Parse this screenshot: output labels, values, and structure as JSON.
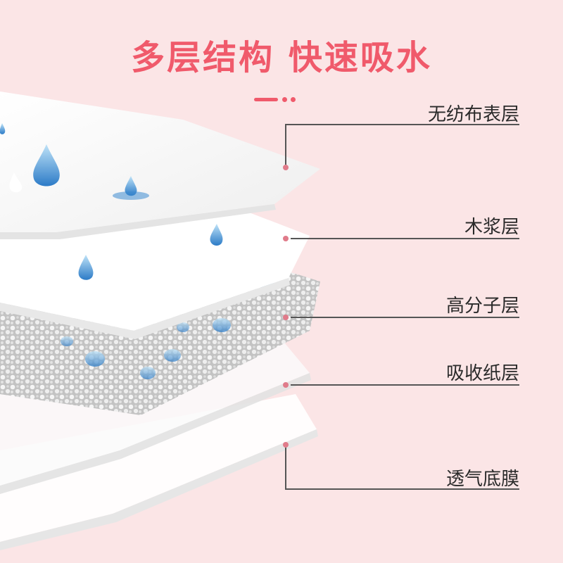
{
  "headline": "多层结构 快速吸水",
  "accent_color": "#f05a6b",
  "background_color": "#fbe5e6",
  "layers": [
    {
      "label": "无纺布表层"
    },
    {
      "label": "木浆层"
    },
    {
      "label": "高分子层"
    },
    {
      "label": "吸收纸层"
    },
    {
      "label": "透气底膜"
    }
  ]
}
